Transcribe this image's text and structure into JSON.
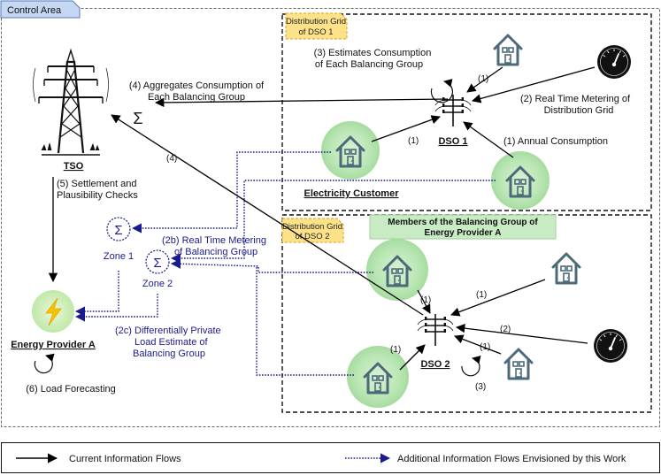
{
  "title_tab": "Control Area",
  "dso1_grid_label": [
    "Distribution Grid",
    "of DSO 1"
  ],
  "dso2_grid_label": [
    "Distribution Grid",
    "of DSO 2"
  ],
  "balancing_group_label": [
    "Members of the Balancing Group of",
    "Energy Provider A"
  ],
  "tso_label": "TSO",
  "sigma": "Σ",
  "dso1_label": "DSO 1",
  "dso2_label": "DSO 2",
  "electricity_customer_label": "Electricity Customer",
  "energy_provider_label": "Energy Provider A",
  "zone1_label": "Zone 1",
  "zone2_label": "Zone 2",
  "flow_3_dso1": [
    "(3) Estimates Consumption",
    "of Each Balancing Group"
  ],
  "flow_4_text": [
    "(4) Aggregates Consumption of",
    "Each Balancing Group"
  ],
  "flow_4_short": "(4)",
  "flow_2_text": [
    "(2) Real Time Metering of",
    "Distribution Grid"
  ],
  "flow_1_annual": "(1) Annual Consumption",
  "flow_1": "(1)",
  "flow_2": "(2)",
  "flow_3": "(3)",
  "flow_5_text": [
    "(5) Settlement and",
    "Plausibility Checks"
  ],
  "flow_2b_text": [
    "(2b) Real Time Metering",
    "of Balancing Group"
  ],
  "flow_2c_text": [
    "(2c) Differentially Private",
    "Load Estimate of",
    "Balancing Group"
  ],
  "flow_6_text": "(6) Load Forecasting",
  "legend": {
    "current": "Current Information Flows",
    "additional": "Additional Information Flows Envisioned by this Work"
  },
  "colors": {
    "dso_box_fill": "#fde28a",
    "green_box": "#c8ebc4",
    "house_glow": "#b9e6b3",
    "house_stroke": "#4d6a7a",
    "blue_flow": "#1a1a8c",
    "bolt": "#f5c400"
  }
}
